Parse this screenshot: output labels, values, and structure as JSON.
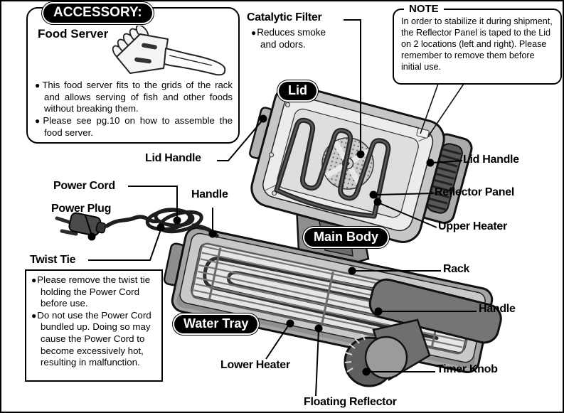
{
  "accessory_box": {
    "pill": "ACCESSORY:",
    "title": "Food Server",
    "bullets": [
      "This food server fits to the grids of the rack and allows serving of fish and other foods without breaking them.",
      "Please see pg.10 on how to assemble the food server."
    ]
  },
  "note_box": {
    "title": "NOTE",
    "body": "In order to stabilize it during shipment, the Reflector Panel is taped to the Lid on 2 locations (left and right). Please remember to remove them before initial use."
  },
  "warning_box": {
    "bullets": [
      "Please remove the twist tie holding the Power Cord before use.",
      "Do not use the Power Cord bundled up. Doing so may cause the Power Cord to become excessively hot, resulting in malfunction."
    ]
  },
  "section_pills": {
    "lid": "Lid",
    "main_body": "Main Body",
    "water_tray": "Water Tray"
  },
  "part_labels": {
    "catalytic_filter": "Catalytic Filter",
    "catalytic_filter_desc": "Reduces smoke and odors.",
    "lid_handle_left": "Lid Handle",
    "power_cord": "Power Cord",
    "power_plug": "Power Plug",
    "twist_tie": "Twist Tie",
    "handle_left": "Handle",
    "lower_heater": "Lower Heater",
    "floating_reflector": "Floating Reflector",
    "lid_handle_right": "Lid Handle",
    "reflector_panel": "Reflector Panel",
    "upper_heater": "Upper Heater",
    "rack": "Rack",
    "handle_right": "Handle",
    "timer_knob": "Timer Knob"
  },
  "colors": {
    "background": "#ffffff",
    "line_art": "#111111",
    "pill_bg": "#000000",
    "pill_text": "#ffffff",
    "lid_gray": "#c7c7c7",
    "body_gray": "#a5a5a5",
    "handle_dark_gray": "#757575"
  }
}
